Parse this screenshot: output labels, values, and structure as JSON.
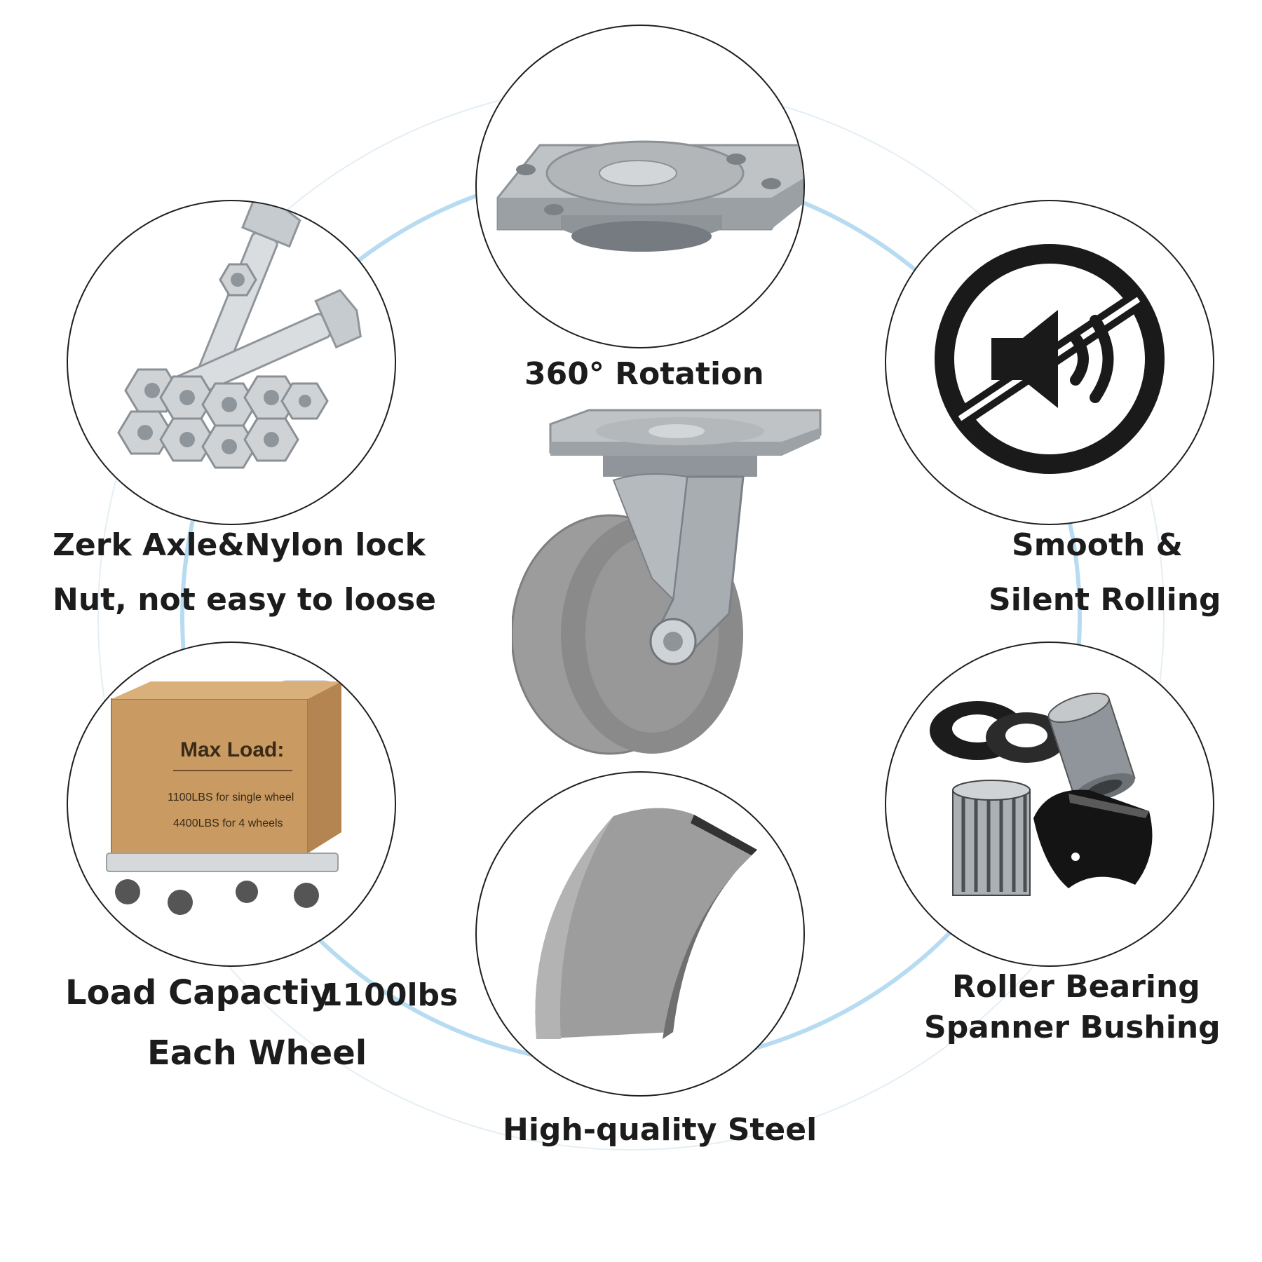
{
  "features": {
    "rotation": {
      "caption": "360° Rotation"
    },
    "axle": {
      "caption_line1": "Zerk Axle&Nylon lock",
      "caption_line2": "Nut, not easy to loose"
    },
    "silent": {
      "caption_line1": "Smooth &",
      "caption_line2": "Silent Rolling"
    },
    "load": {
      "caption_line1": "Load Capactiy",
      "caption_value": "1100lbs",
      "caption_line2": "Each Wheel",
      "box_title": "Max Load:",
      "box_line1": "1100LBS for single wheel",
      "box_line2": "4400LBS for 4 wheels"
    },
    "steel": {
      "caption": "High-quality Steel"
    },
    "bearing": {
      "caption_line1": "Roller Bearing",
      "caption_line2": "Spanner Bushing"
    }
  },
  "icons": {
    "rotation": "swivel-plate-icon",
    "axle": "bolts-nuts-icon",
    "silent": "muted-speaker-icon",
    "load": "cart-box-icon",
    "steel": "steel-wheel-icon",
    "bearing": "roller-bearing-icon"
  },
  "colors": {
    "ring_blue": "#b7dcf2",
    "ring_light": "#e4eef4",
    "outline": "#1f1f1f",
    "steel": "#9a9a9a",
    "box": "#c99a62"
  }
}
